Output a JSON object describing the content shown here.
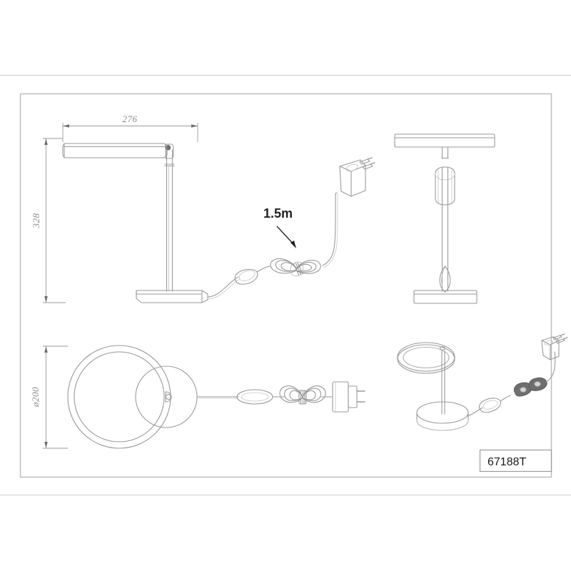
{
  "sheet": {
    "background_color": "#ffffff",
    "frame_color": "#b8b8b8",
    "line_color": "#9a9a9a",
    "dim_color": "#8a8a8a",
    "text_color": "#1a1a1a",
    "rule_top_label": "sheet-rule-top",
    "rule_bottom_label": "sheet-rule-bottom"
  },
  "dimensions": {
    "width_label": "276",
    "height_label": "328",
    "diameter_label": "ø200"
  },
  "annotations": {
    "cable_length_label": "1.5m"
  },
  "part": {
    "number_label": "67188T"
  },
  "views": {
    "side_view": "side-elevation-view",
    "front_view": "front-elevation-view",
    "top_view": "top-plan-view",
    "iso_view": "isometric-view"
  }
}
